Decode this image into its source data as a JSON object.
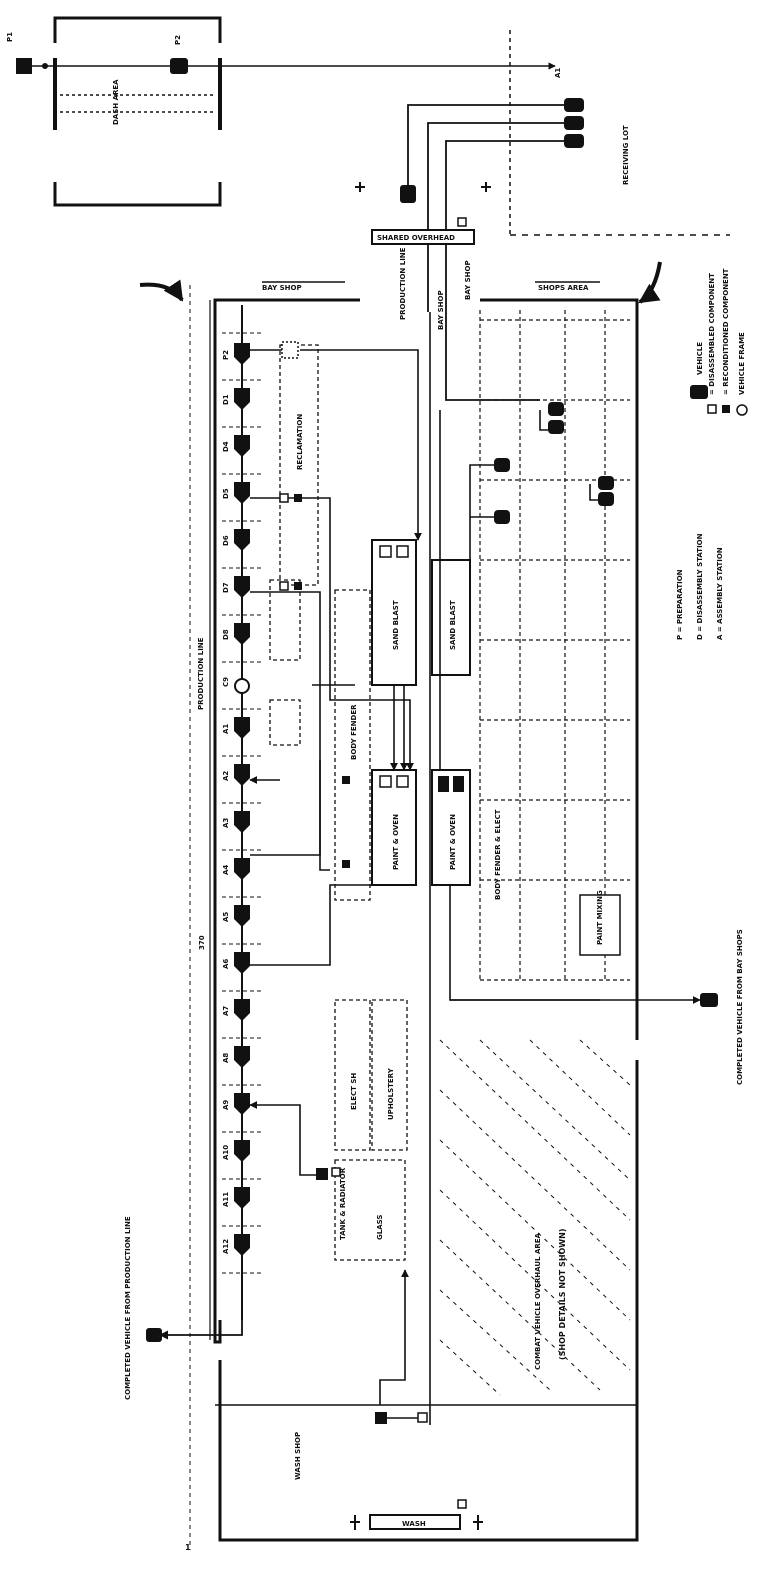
{
  "labels": {
    "production_line": "PRODUCTION LINE",
    "dimension_370": "370",
    "marker_1": "1",
    "dash_area": "DASH AREA",
    "bay_shop_top": "BAY SHOP",
    "bay_shop_mid": "BAY SHOP",
    "production_line_top": "PRODUCTION LINE",
    "shared_overhead": "SHARED OVERHEAD",
    "bay_shop_sign": "BAY SHOP",
    "shops_area": "SHOPS AREA",
    "reclamation": "RECLAMATION",
    "sand_blast_1": "SAND BLAST",
    "sand_blast_2": "SAND BLAST",
    "paint_oven_1": "PAINT & OVEN",
    "paint_oven_2": "PAINT & OVEN",
    "body_fender_1": "BODY FENDER",
    "body_fender_2": "BODY FENDER & ELECT",
    "paint_mixing": "PAINT MIXING",
    "elect_sh": "ELECT SH",
    "upholstery": "UPHOLSTERY",
    "glass": "GLASS",
    "tank_radiator": "TANK & RADIATOR",
    "combat_area": "COMBAT VEHICLE OVERHAUL AREA",
    "shop_details": "(SHOP DETAILS NOT SHOWN)",
    "completed_bay": "COMPLETED VEHICLE FROM BAY SHOPS",
    "completed_prod": "COMPLETED VEHICLE FROM PRODUCTION LINE",
    "wash_shop": "WASH SHOP",
    "wash": "WASH",
    "receiving_lot": "RECEIVING LOT",
    "legend_p": "P = PREPARATION",
    "legend_d": "D = DISASSEMBLY STATION",
    "legend_a": "A = ASSEMBLY STATION",
    "legend_vehicle": "VEHICLE",
    "legend_disassembled": "= DISASSEMBLED COMPONENT",
    "legend_reconditioned": "= RECONDITIONED COMPONENT",
    "legend_frame": "VEHICLE FRAME",
    "stations": [
      "P2",
      "D1",
      "D4",
      "D5",
      "D6",
      "D7",
      "D8",
      "C9",
      "A1",
      "A2",
      "A3",
      "A4",
      "A5",
      "A6",
      "A7",
      "A8",
      "A9",
      "A10",
      "A11",
      "A12"
    ],
    "p1": "P1",
    "p2": "P2",
    "a1": "A1"
  }
}
